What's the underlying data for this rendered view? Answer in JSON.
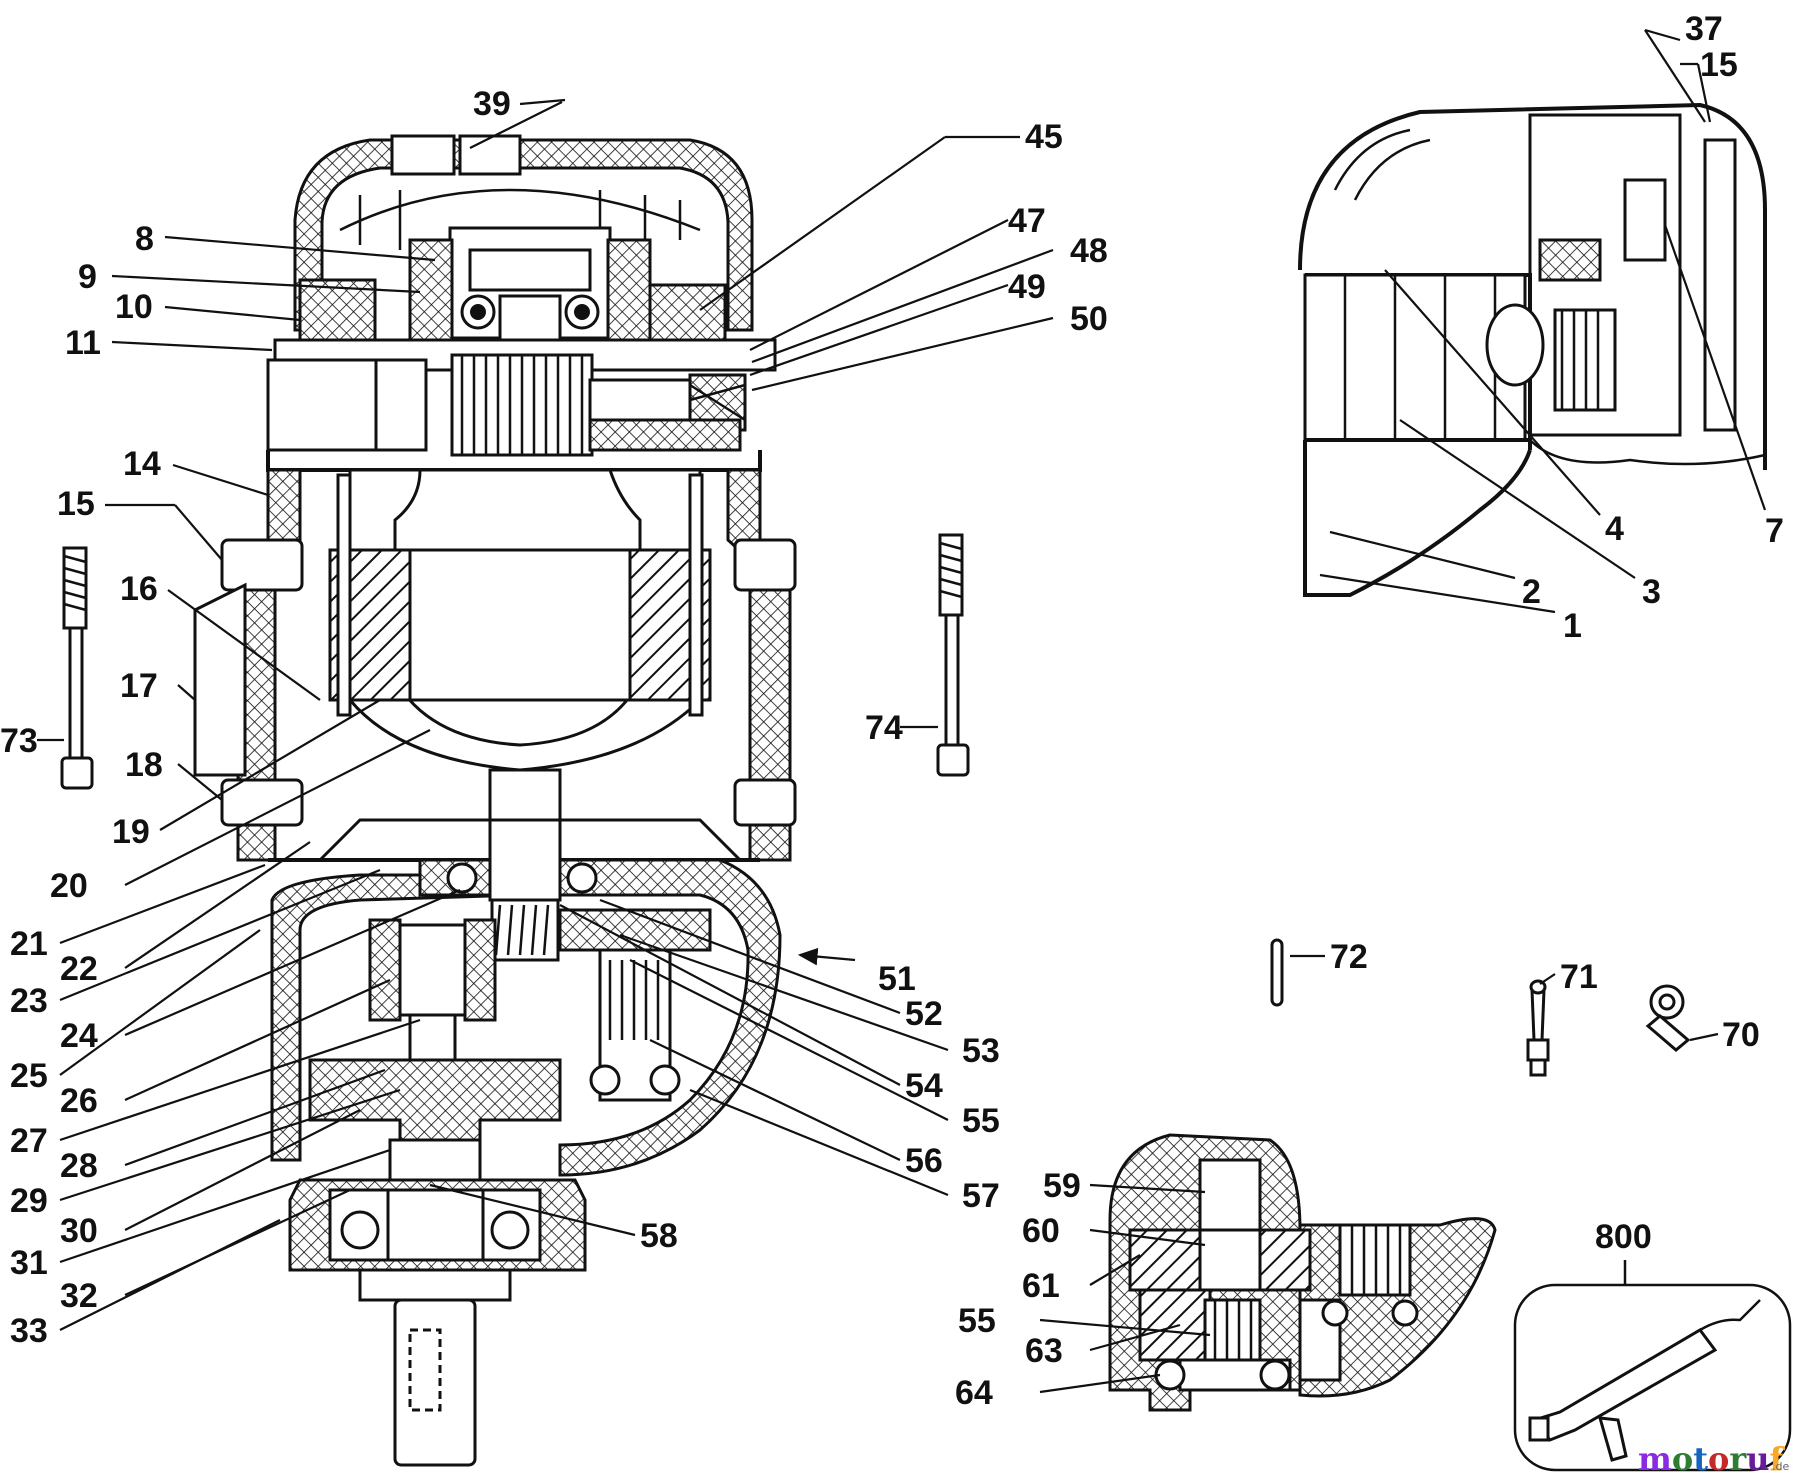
{
  "labels": {
    "l39": "39",
    "l45": "45",
    "l47": "47",
    "l48": "48",
    "l49": "49",
    "l50": "50",
    "l8": "8",
    "l9": "9",
    "l10": "10",
    "l11": "11",
    "l14": "14",
    "l15a": "15",
    "l16": "16",
    "l17": "17",
    "l18": "18",
    "l19": "19",
    "l20": "20",
    "l21": "21",
    "l22": "22",
    "l23": "23",
    "l24": "24",
    "l25": "25",
    "l26": "26",
    "l27": "27",
    "l28": "28",
    "l29": "29",
    "l30": "30",
    "l31": "31",
    "l32": "32",
    "l33": "33",
    "l73": "73",
    "l74": "74",
    "l51": "51",
    "l52": "52",
    "l53": "53",
    "l54": "54",
    "l55a": "55",
    "l56": "56",
    "l57": "57",
    "l58": "58",
    "l37": "37",
    "l15b": "15",
    "l1": "1",
    "l2": "2",
    "l3": "3",
    "l4": "4",
    "l7": "7",
    "l72": "72",
    "l71": "71",
    "l70": "70",
    "l59": "59",
    "l60": "60",
    "l61": "61",
    "l55b": "55",
    "l63": "63",
    "l64": "64",
    "l800": "800"
  },
  "watermark": {
    "m": "m",
    "o1": "o",
    "t": "t",
    "o2": "o",
    "r": "r",
    "u": "u",
    "f": "f",
    "suffix": ".de"
  },
  "colors": {
    "m": "#8a2be2",
    "o1": "#2e7d32",
    "t": "#1565c0",
    "o2": "#c62828",
    "r": "#2e7d32",
    "u": "#6a1b9a",
    "f": "#f9a825"
  }
}
